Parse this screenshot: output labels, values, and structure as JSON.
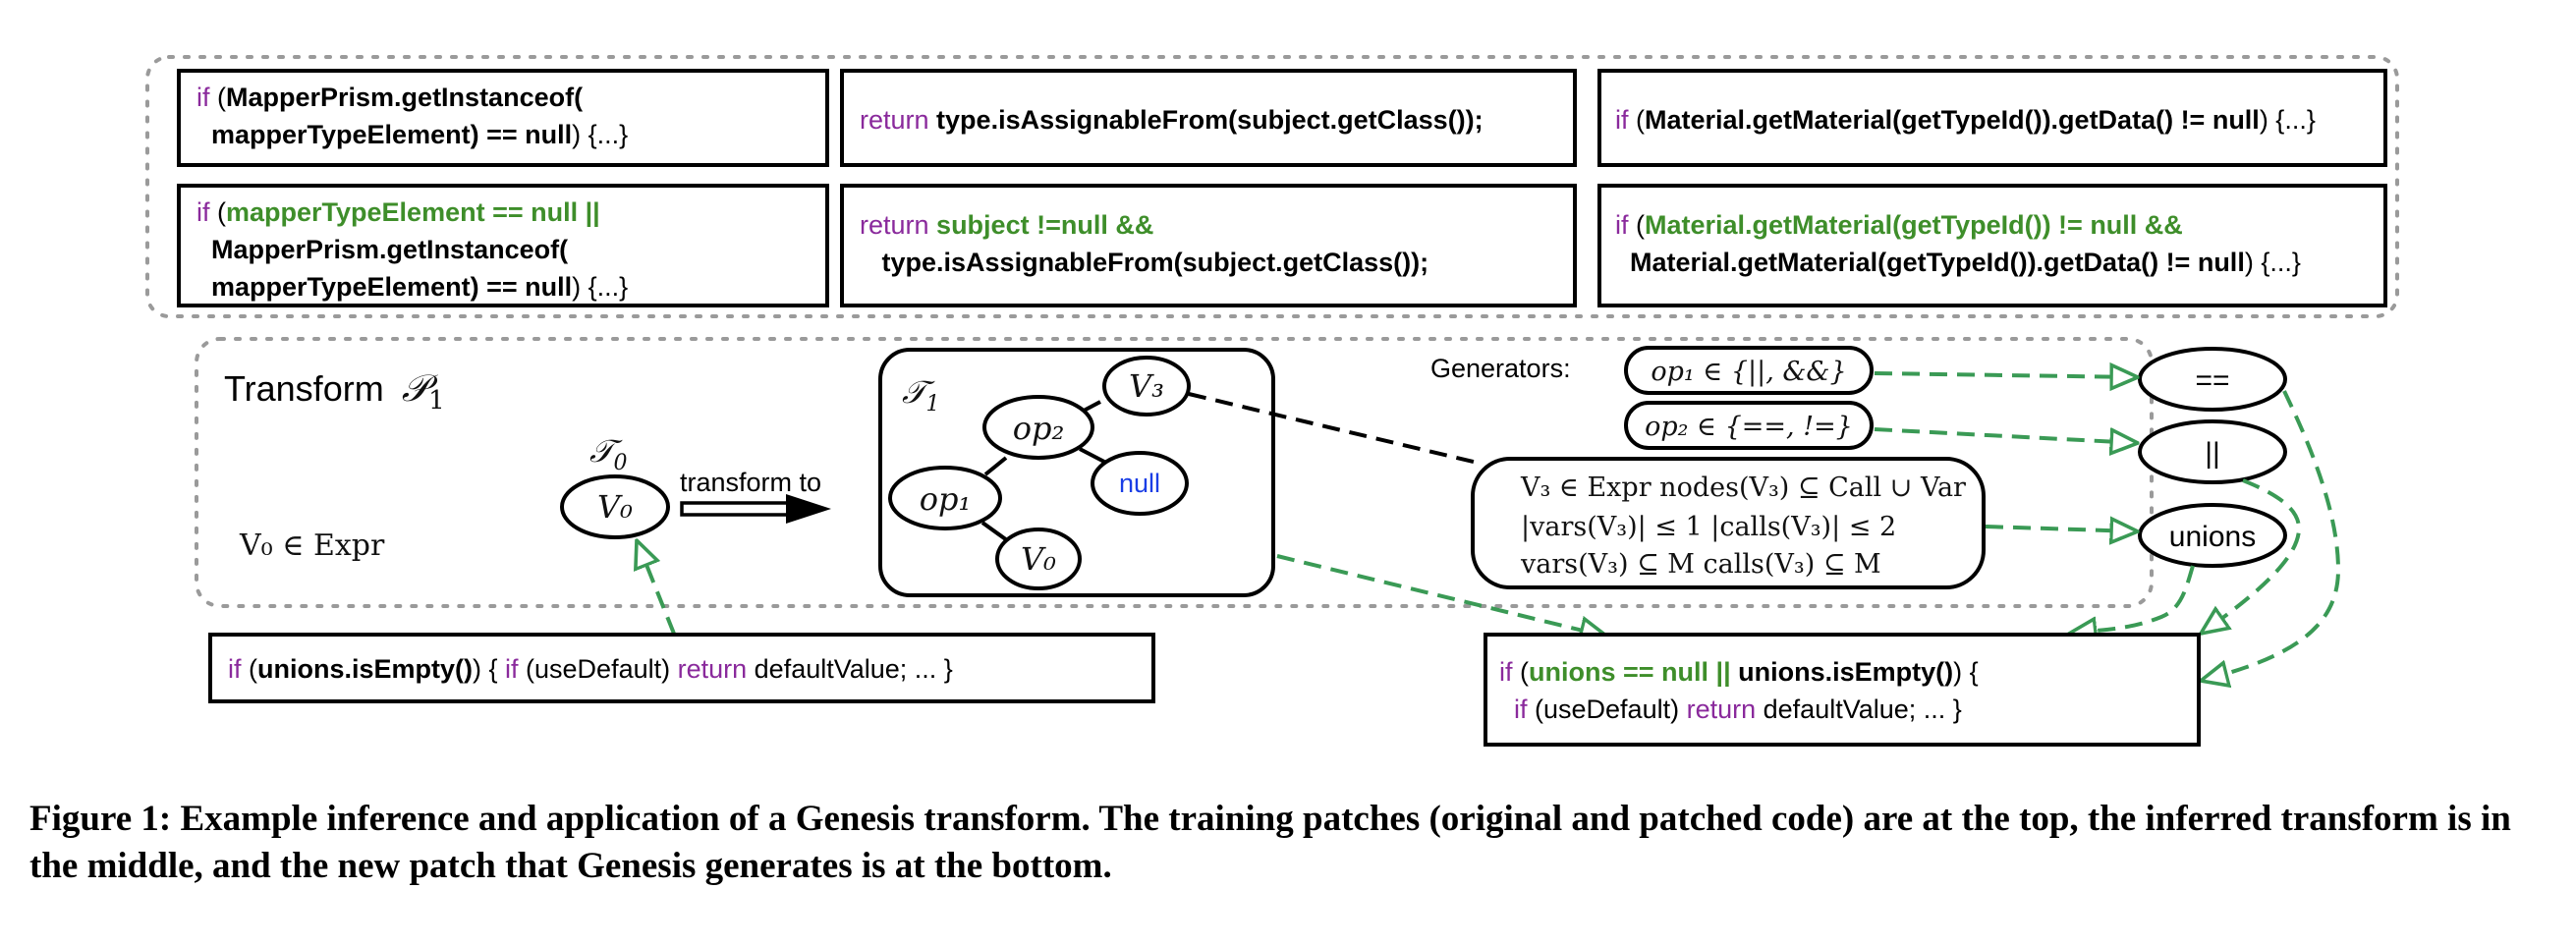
{
  "colors": {
    "keyword": "#8a2a9c",
    "added": "#3e8e2a",
    "literal": "#1a3ee6",
    "edge_green": "#3a9a55",
    "container_dotted": "#9a9a9a"
  },
  "training_patches": [
    {
      "original": {
        "lines": [
          [
            {
              "t": "if",
              "s": "kw"
            },
            {
              "t": " (",
              "s": "n"
            },
            {
              "t": "MapperPrism.getInstanceof(",
              "s": "b"
            }
          ],
          [
            {
              "t": "  mapperTypeElement) == null",
              "s": "b"
            },
            {
              "t": ") {...}",
              "s": "n"
            }
          ]
        ]
      },
      "patched": {
        "lines": [
          [
            {
              "t": "if",
              "s": "kw"
            },
            {
              "t": " (",
              "s": "n"
            },
            {
              "t": "mapperTypeElement == null ||",
              "s": "add"
            }
          ],
          [
            {
              "t": "  MapperPrism.getInstanceof(",
              "s": "b"
            }
          ],
          [
            {
              "t": "  mapperTypeElement) == null",
              "s": "b"
            },
            {
              "t": ") {...}",
              "s": "n"
            }
          ]
        ]
      }
    },
    {
      "original": {
        "lines": [
          [
            {
              "t": "return",
              "s": "kw"
            },
            {
              "t": " type.isAssignableFrom(subject.getClass());",
              "s": "b"
            }
          ]
        ]
      },
      "patched": {
        "lines": [
          [
            {
              "t": "return",
              "s": "kw"
            },
            {
              "t": " subject !=null &&",
              "s": "add"
            }
          ],
          [
            {
              "t": "   type.isAssignableFrom(subject.getClass());",
              "s": "b"
            }
          ]
        ]
      }
    },
    {
      "original": {
        "lines": [
          [
            {
              "t": "if",
              "s": "kw"
            },
            {
              "t": " (",
              "s": "n"
            },
            {
              "t": "Material.getMaterial(getTypeId()).getData() != null",
              "s": "b"
            },
            {
              "t": ") {...}",
              "s": "n"
            }
          ]
        ]
      },
      "patched": {
        "lines": [
          [
            {
              "t": "if",
              "s": "kw"
            },
            {
              "t": " (",
              "s": "n"
            },
            {
              "t": "Material.getMaterial(getTypeId()) != null &&",
              "s": "add"
            }
          ],
          [
            {
              "t": "  Material.getMaterial(getTypeId()).getData() != null",
              "s": "b"
            },
            {
              "t": ") {...}",
              "s": "n"
            }
          ]
        ]
      }
    }
  ],
  "transform": {
    "title": "Transform",
    "title_symbol": "𝒫",
    "title_sub": "1",
    "constraint": "V₀ ∈ Expr",
    "t0_label": "𝒯",
    "t0_sub": "0",
    "t0_node": "V₀",
    "arrow_label": "transform to",
    "t1_label": "𝒯",
    "t1_sub": "1",
    "t1_nodes": {
      "op1": "op₁",
      "op2": "op₂",
      "v3": "V₃",
      "null": "null",
      "v0": "V₀"
    },
    "generators_label": "Generators:",
    "generators": [
      "op₁ ∈ {||, &&}",
      "op₂ ∈ {==, !=}"
    ],
    "v3_constraints": [
      "V₃ ∈ Expr   nodes(V₃) ⊆ Call ∪ Var",
      "|vars(V₃)| ≤ 1    |calls(V₃)| ≤ 2",
      "vars(V₃) ⊆ M    calls(V₃) ⊆ M"
    ]
  },
  "result_nodes": [
    "==",
    "||",
    "unions"
  ],
  "application": {
    "original": {
      "lines": [
        [
          {
            "t": "if",
            "s": "kw"
          },
          {
            "t": " (",
            "s": "n"
          },
          {
            "t": "unions.isEmpty()",
            "s": "b"
          },
          {
            "t": ") { ",
            "s": "n"
          },
          {
            "t": "if",
            "s": "kw"
          },
          {
            "t": " (useDefault) ",
            "s": "n"
          },
          {
            "t": "return",
            "s": "kw"
          },
          {
            "t": " defaultValue; ... }",
            "s": "n"
          }
        ]
      ]
    },
    "patched": {
      "lines": [
        [
          {
            "t": "if",
            "s": "kw"
          },
          {
            "t": " (",
            "s": "n"
          },
          {
            "t": "unions == null ||",
            "s": "add"
          },
          {
            "t": " unions.isEmpty()",
            "s": "b"
          },
          {
            "t": ") {",
            "s": "n"
          }
        ],
        [
          {
            "t": "  ",
            "s": "n"
          },
          {
            "t": "if",
            "s": "kw"
          },
          {
            "t": " (useDefault) ",
            "s": "n"
          },
          {
            "t": "return",
            "s": "kw"
          },
          {
            "t": " defaultValue; ... }",
            "s": "n"
          }
        ]
      ]
    }
  },
  "caption": "Figure 1: Example inference and application of a Genesis transform. The training patches (original and patched code) are at the top, the inferred transform is in the middle, and the new patch that Genesis generates is at the bottom."
}
